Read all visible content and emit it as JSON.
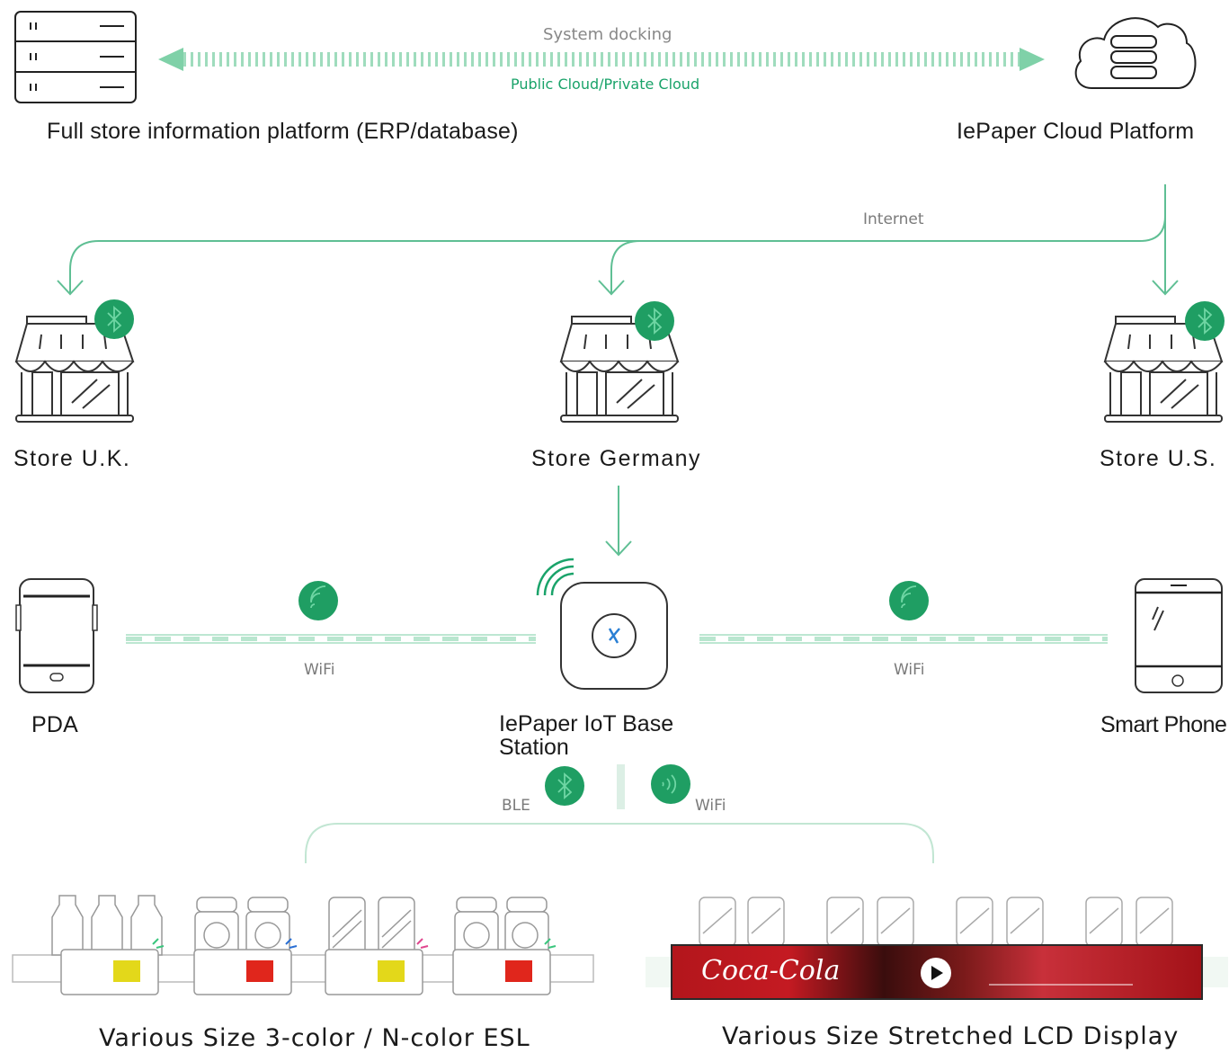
{
  "top": {
    "system_docking": "System docking",
    "cloud_type": "Public Cloud/Private Cloud",
    "erp_label": "Full store information platform (ERP/database)",
    "cloud_platform_label": "IePaper Cloud Platform",
    "internet_label": "Internet"
  },
  "stores": [
    {
      "label": "Store  U.K."
    },
    {
      "label": "Store  Germany"
    },
    {
      "label": "Store  U.S."
    }
  ],
  "middle": {
    "pda_label": "PDA",
    "wifi_left": "WiFi",
    "base_station_line1": "IePaper IoT Base",
    "base_station_line2": "Station",
    "wifi_right": "WiFi",
    "phone_label": "Smart Phone",
    "ble_label": "BLE",
    "wifi_bottom": "WiFi"
  },
  "bottom": {
    "esl_label": "Various Size 3-color / N-color ESL",
    "lcd_label": "Various Size Stretched LCD Display",
    "lcd_brand_text": "Coca-Cola"
  },
  "colors": {
    "accent_green": "#1aa36a",
    "line_green": "#5fbf94",
    "badge_green": "#1f9e63",
    "esl_yellow": "#e3d81a",
    "esl_red": "#e0261c",
    "lcd_red": "#b3161c"
  },
  "icons": {
    "server": "server-rack-icon",
    "cloud": "cloud-server-icon",
    "store": "storefront-icon",
    "bluetooth": "bluetooth-icon",
    "wifi": "wifi-icon",
    "pda": "pda-device-icon",
    "phone": "smartphone-icon",
    "base_station": "base-station-icon",
    "play": "play-icon"
  }
}
